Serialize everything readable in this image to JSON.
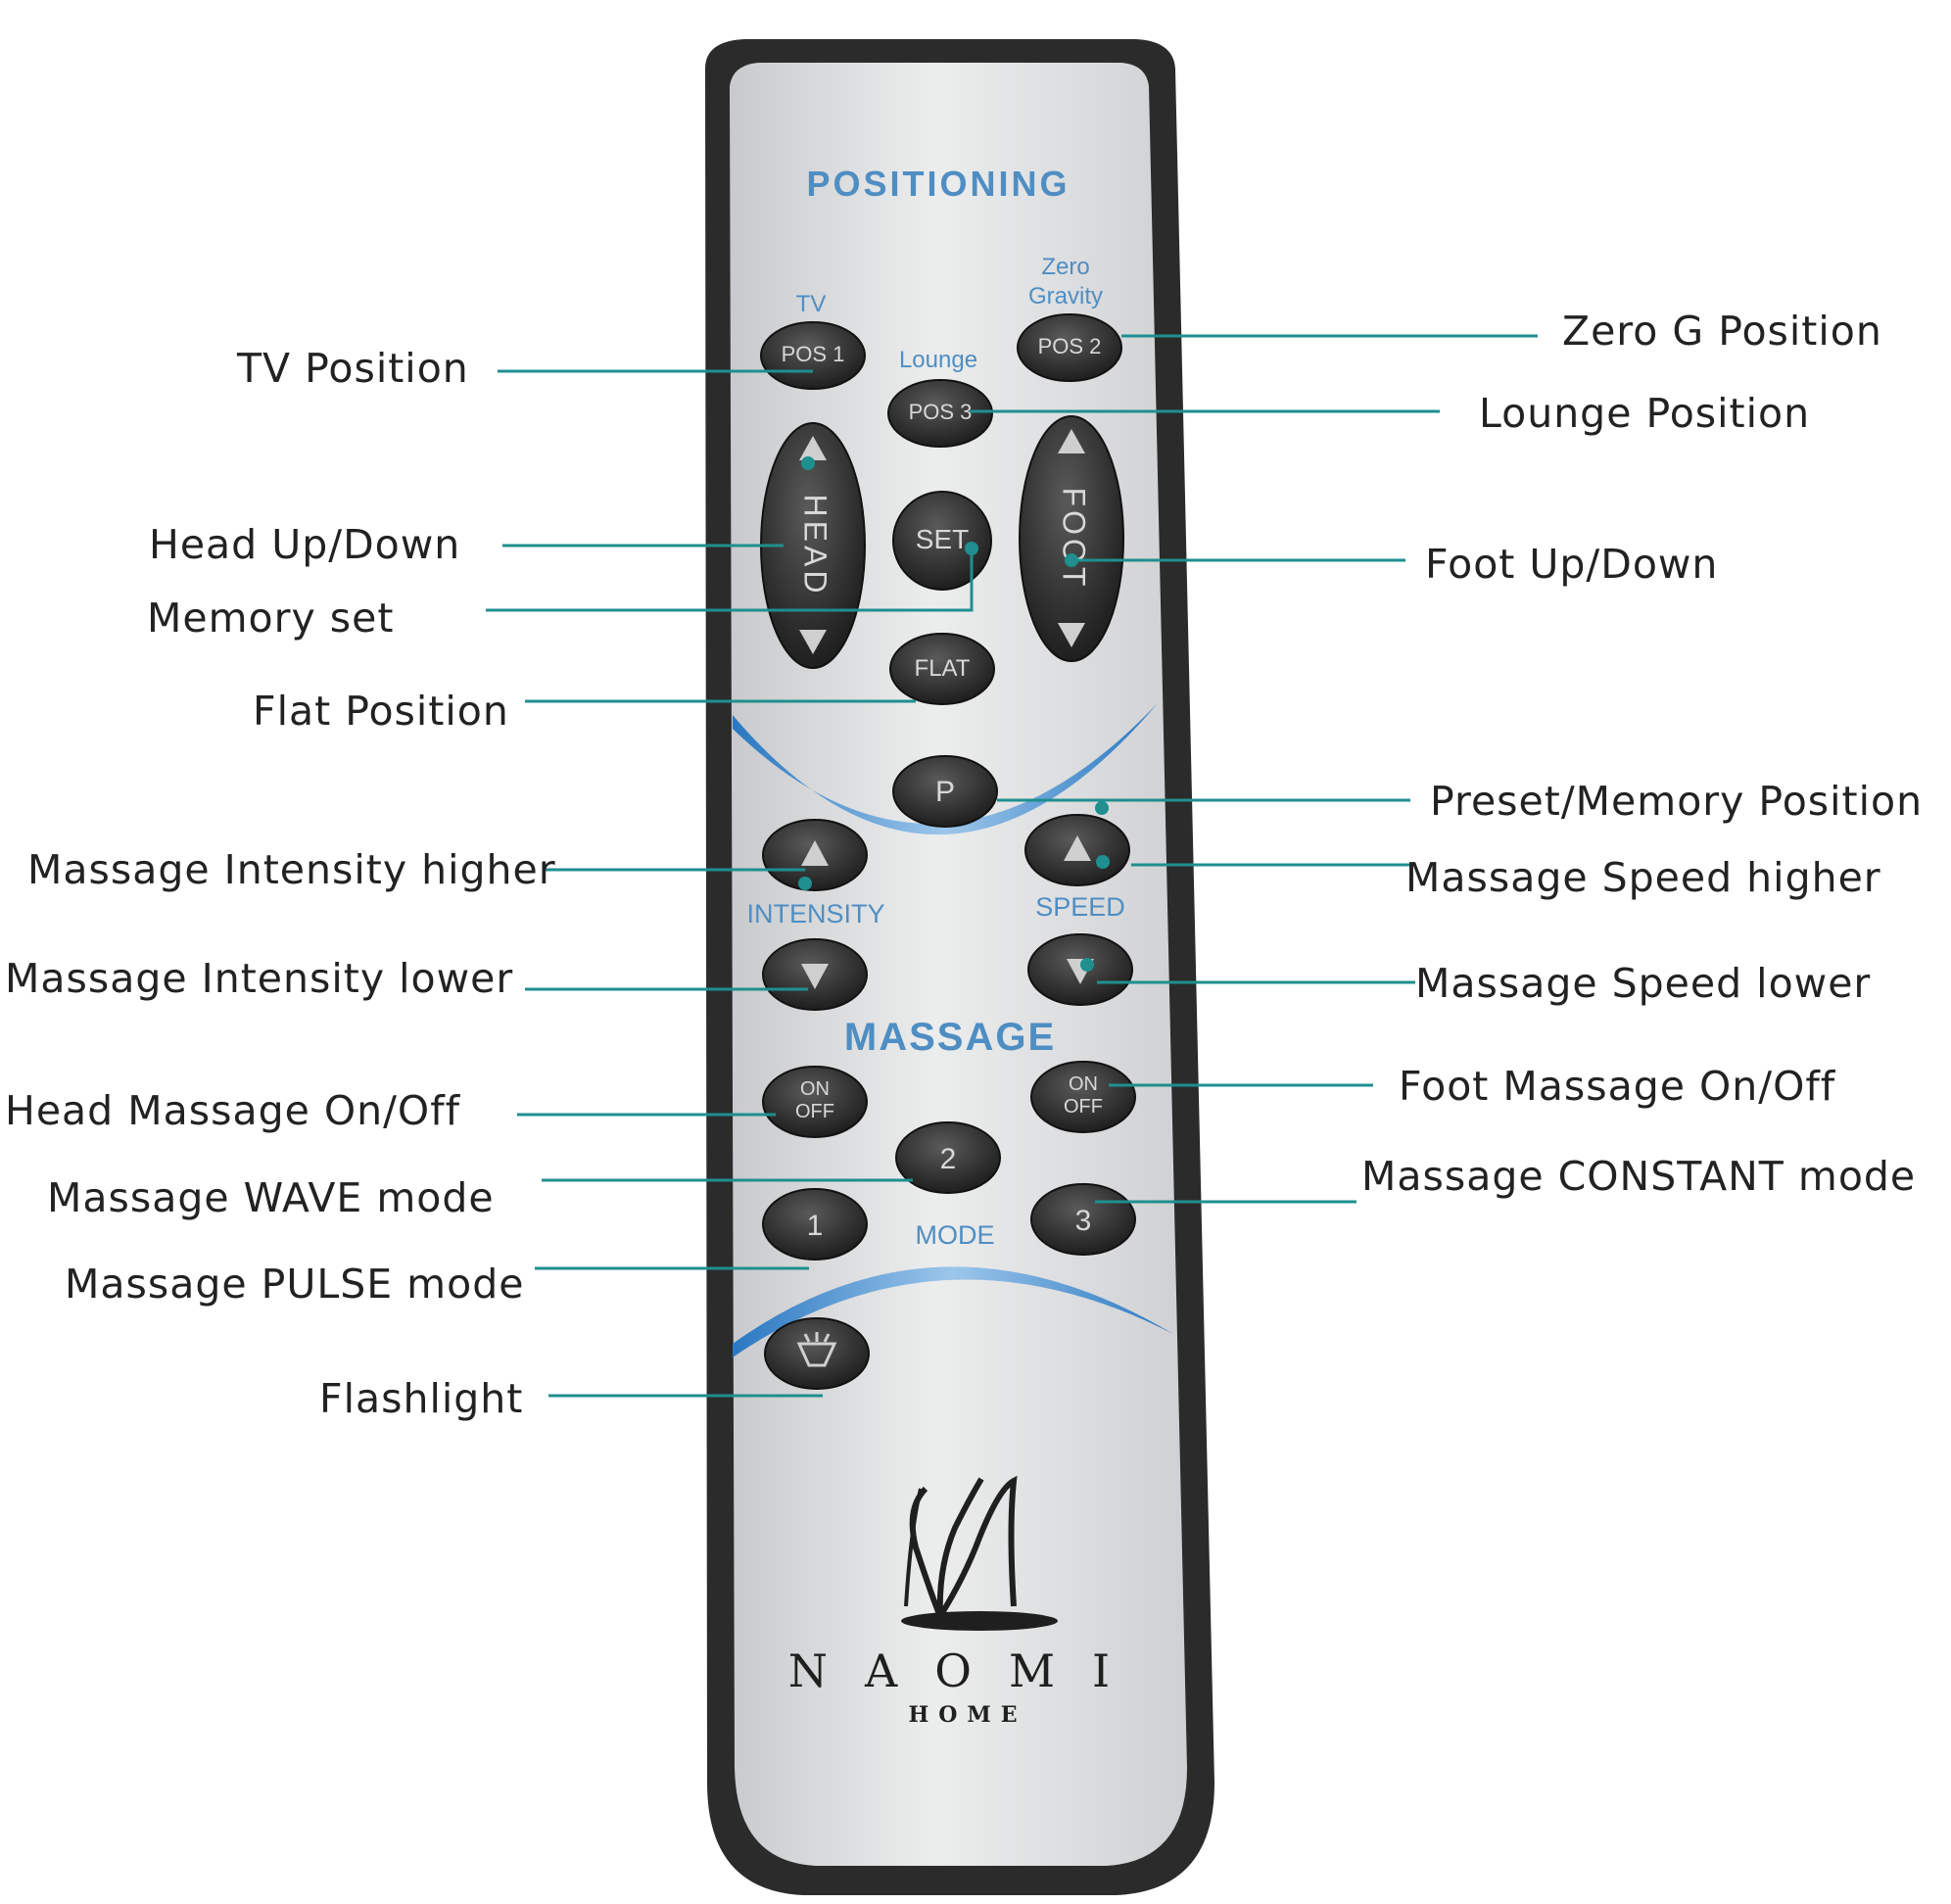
{
  "remote": {
    "section_positioning": "POSITIONING",
    "label_tv": "TV",
    "label_zero_line1": "Zero",
    "label_zero_line2": "Gravity",
    "label_lounge": "Lounge",
    "btn_pos1": "POS 1",
    "btn_pos2": "POS 2",
    "btn_pos3": "POS 3",
    "btn_head": "HEAD",
    "btn_foot": "FOOT",
    "btn_set": "SET",
    "btn_flat": "FLAT",
    "btn_p": "P",
    "label_intensity": "INTENSITY",
    "label_speed": "SPEED",
    "section_massage": "MASSAGE",
    "btn_on": "ON",
    "btn_off": "OFF",
    "btn_mode1": "1",
    "btn_mode2": "2",
    "btn_mode3": "3",
    "label_mode": "MODE",
    "brand_name": "NAOMI",
    "brand_sub": "HOME"
  },
  "callouts": {
    "tv_position": "TV Position",
    "zero_g_position": "Zero G Position",
    "lounge_position": "Lounge Position",
    "head_up_down": "Head Up/Down",
    "memory_set": "Memory set",
    "foot_up_down": "Foot Up/Down",
    "flat_position": "Flat Position",
    "preset_memory_position": "Preset/Memory Position",
    "massage_intensity_higher": "Massage Intensity higher",
    "massage_speed_higher": "Massage Speed higher",
    "massage_intensity_lower": "Massage Intensity lower",
    "massage_speed_lower": "Massage Speed lower",
    "head_massage_on_off": "Head Massage On/Off",
    "foot_massage_on_off": "Foot Massage On/Off",
    "massage_wave_mode": "Massage WAVE mode",
    "massage_constant_mode": "Massage CONSTANT mode",
    "massage_pulse_mode": "Massage PULSE mode",
    "flashlight": "Flashlight"
  },
  "colors": {
    "accent_label": "#4f8ec3",
    "leader_line": "#1f8f8f",
    "remote_frame": "#2b2b2b",
    "remote_face": "#d9dadc",
    "button_fill": "#333333"
  }
}
